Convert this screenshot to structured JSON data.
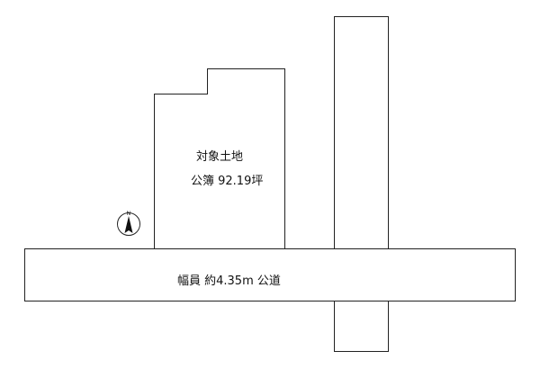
{
  "subject_land": {
    "title": "対象土地",
    "area_text": "公簿 92.19坪"
  },
  "road": {
    "label": "幅員 約4.35m 公道"
  },
  "compass": {
    "direction_label": "N",
    "icon": "north-arrow-icon"
  }
}
